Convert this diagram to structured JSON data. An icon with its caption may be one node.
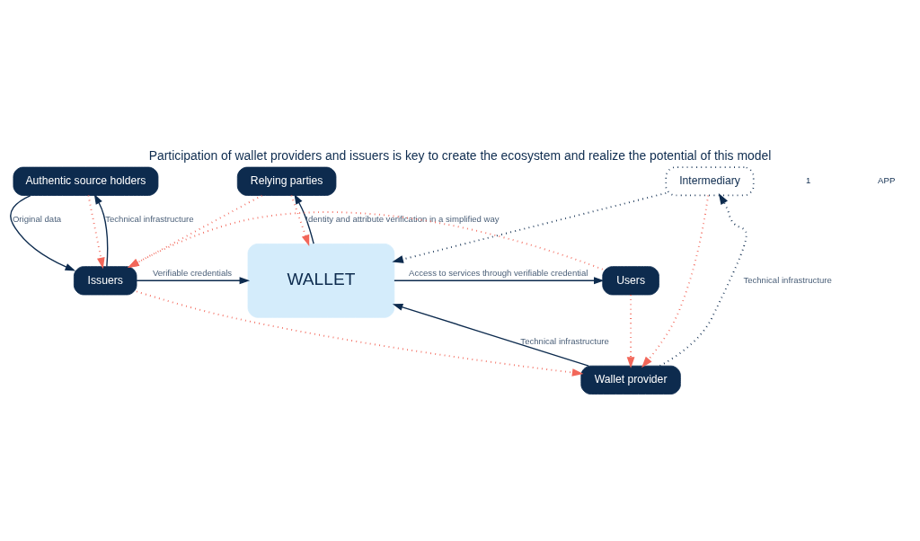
{
  "diagram": {
    "title": "Participation of wallet providers and issuers is key to create the ecosystem and realize the potential of this model",
    "nodes": [
      {
        "text": [
          "Authentic source holders"
        ]
      },
      {
        "text": [
          "Issuers"
        ]
      },
      {
        "text": [
          "Relying parties"
        ]
      },
      {
        "text": [
          "WALLET"
        ]
      },
      {
        "text": [
          "Users"
        ]
      },
      {
        "text": [
          "Intermediary"
        ]
      },
      {
        "text": [
          "Wallet provider"
        ]
      }
    ],
    "edges": [
      {
        "from": 0,
        "to": 1,
        "arrow": "to",
        "label": "Original data"
      },
      {
        "from": 0,
        "to": 1,
        "arrow": "to",
        "style": "dashed",
        "color": "#f2675a"
      },
      {
        "from": 1,
        "to": 0,
        "arrow": "to",
        "label": "Technical infrastructure"
      },
      {
        "from": 2,
        "to": 1,
        "arrow": "to",
        "style": "dashed",
        "color": "#f2675a"
      },
      {
        "from": 1,
        "to": 3,
        "arrow": "to",
        "label": "Verifiable credentials"
      },
      {
        "from": 3,
        "to": 2,
        "arrow": "to",
        "label": "Identity and attribute verification in a simplified way"
      },
      {
        "from": 2,
        "to": 3,
        "arrow": "to",
        "style": "dashed",
        "color": "#f2675a"
      },
      {
        "from": 3,
        "to": 4,
        "arrow": "to",
        "label": "Access to services through verifiable credential"
      },
      {
        "from": 4,
        "to": 1,
        "arrow": "to",
        "style": "dashed",
        "color": "#f2675a"
      },
      {
        "from": 1,
        "to": 6,
        "arrow": "to",
        "style": "dashed",
        "color": "#f2675a"
      },
      {
        "from": 4,
        "to": 6,
        "arrow": "to",
        "style": "dashed",
        "color": "#f2675a"
      },
      {
        "from": 6,
        "to": 3,
        "arrow": "to",
        "label": "Technical infrastructure"
      },
      {
        "from": 5,
        "to": 3,
        "arrow": "to",
        "style": "dashed"
      },
      {
        "from": 5,
        "to": 6,
        "arrow": "to",
        "style": "dashed",
        "color": "#f2675a"
      },
      {
        "from": 6,
        "to": 5,
        "arrow": "to",
        "style": "dashed",
        "label": "Technical infrastructure"
      }
    ],
    "labels": [
      "1",
      "APP"
    ]
  }
}
